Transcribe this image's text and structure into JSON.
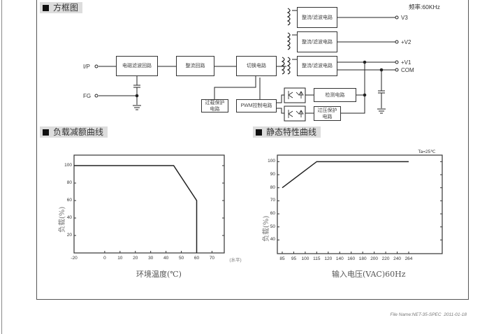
{
  "block_diagram": {
    "title": "方框图",
    "frequency": "频率:60KHz",
    "input_label": "I/P",
    "fg_label": "FG",
    "emi_filter": "电磁滤波回路",
    "rectifier": "整流回路",
    "switching": "切换电路",
    "rect_filter_v3": "整流/滤波电路",
    "rect_filter_v2": "整流/滤波电路",
    "rect_filter_v1": "整流/滤波电路",
    "overload_protect": "过载保护电路",
    "pwm_control": "PWM控制电路",
    "detection": "检测电路",
    "overvoltage_protect": "过压保护电路",
    "outputs": [
      "V3",
      "+V2",
      "+V1",
      "COM"
    ]
  },
  "derating": {
    "title": "负载减额曲线"
  },
  "static": {
    "title": "静态特性曲线"
  },
  "chart_data": [
    {
      "type": "line",
      "title": "负载减额曲线",
      "xlabel": "环境温度(℃)",
      "xunit": "(水平)",
      "ylabel": "负载(%)",
      "x": [
        -20,
        45,
        60,
        60
      ],
      "y": [
        100,
        100,
        60,
        0
      ],
      "xticks": [
        -20,
        0,
        10,
        20,
        30,
        40,
        50,
        60,
        70
      ],
      "yticks": [
        20,
        40,
        60,
        80,
        100
      ],
      "xlim": [
        -20,
        78
      ],
      "ylim": [
        0,
        112
      ],
      "grid": false
    },
    {
      "type": "line",
      "title": "静态特性曲线",
      "xlabel": "输入电压(VAC)60Hz",
      "ylabel": "负载(%)",
      "annotation": "Ta=25℃",
      "x": [
        85,
        115,
        264
      ],
      "y": [
        80,
        100,
        100
      ],
      "xticks": [
        85,
        95,
        100,
        115,
        120,
        140,
        160,
        180,
        200,
        220,
        240,
        264
      ],
      "yticks": [
        40,
        50,
        60,
        70,
        80,
        90,
        100
      ],
      "ylim": [
        29.5,
        105
      ],
      "grid": false
    }
  ],
  "footer": {
    "file": "File Name:NET-35-SPEC",
    "date": "2011-01-18"
  }
}
